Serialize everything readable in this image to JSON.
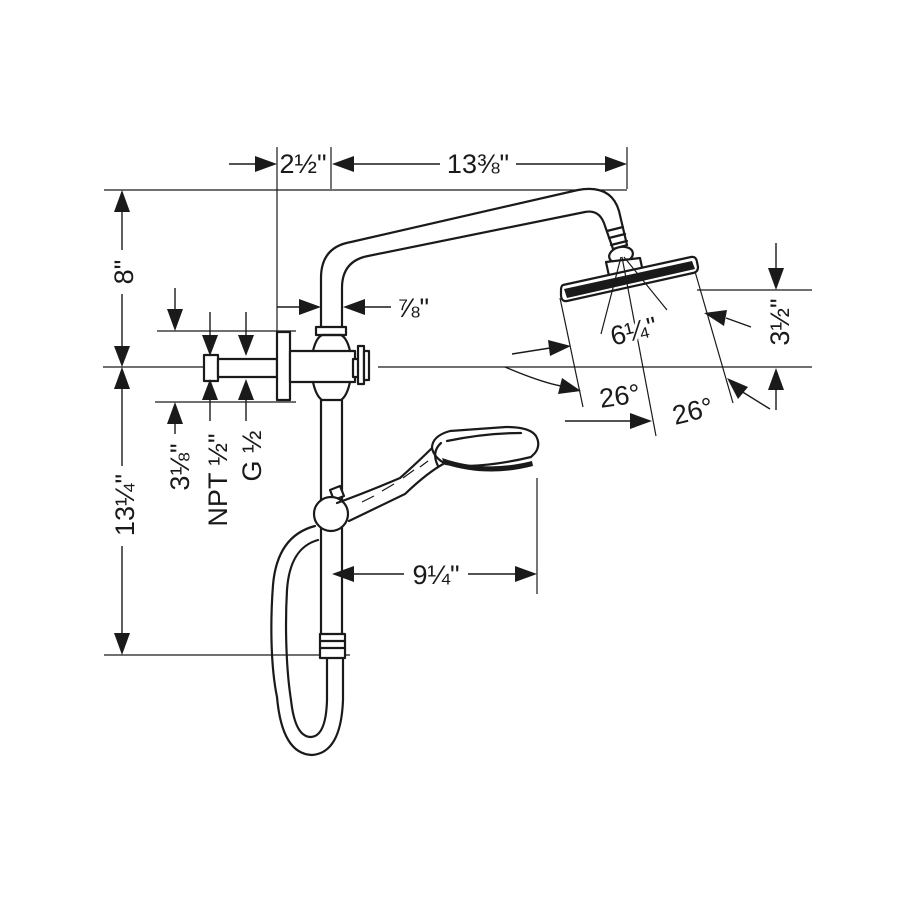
{
  "drawing": {
    "type": "technical-dimension-drawing",
    "product": "showerpipe with overhead shower, hand shower and shut-off valve",
    "colors": {
      "line": "#1a1a1a",
      "background": "#ffffff"
    },
    "dimensions": {
      "top_offset": "2½\"",
      "arm_length": "13⅜\"",
      "riser_height": "8\"",
      "pipe_diameter": "⅞\"",
      "showerhead_diameter": "6¼\"",
      "showerhead_drop": "3½\"",
      "tilt_left": "26°",
      "tilt_right": "26°",
      "inlet_thread": "NPT ½\"",
      "outlet_thread": "G ½",
      "escutcheon_height": "3⅛\"",
      "bar_length": "13¼\"",
      "handshower_reach": "9¼\""
    }
  }
}
